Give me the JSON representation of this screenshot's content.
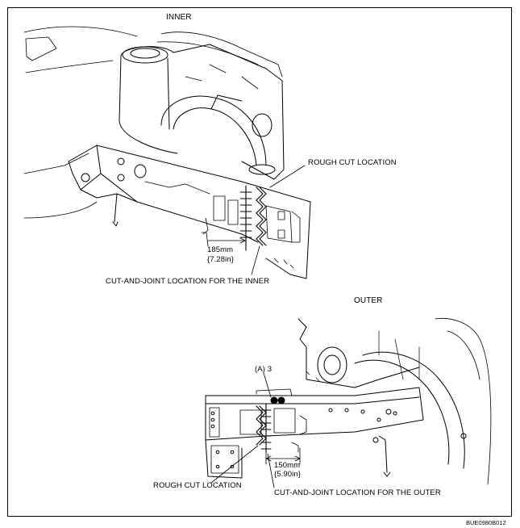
{
  "inner": {
    "title": "INNER",
    "rough_cut_label": "ROUGH CUT LOCATION",
    "dimension_mm": "185mm",
    "dimension_in": "{7.28in}",
    "cut_joint_label": "CUT-AND-JOINT LOCATION FOR THE INNER"
  },
  "outer": {
    "title": "OUTER",
    "spot_weld_label": "(A) 3",
    "rough_cut_label": "ROUGH CUT LOCATION",
    "dimension_mm": "150mm",
    "dimension_in": "{5.90in}",
    "cut_joint_label": "CUT-AND-JOINT LOCATION FOR THE OUTER"
  },
  "figure_code": "BUE0980B012"
}
